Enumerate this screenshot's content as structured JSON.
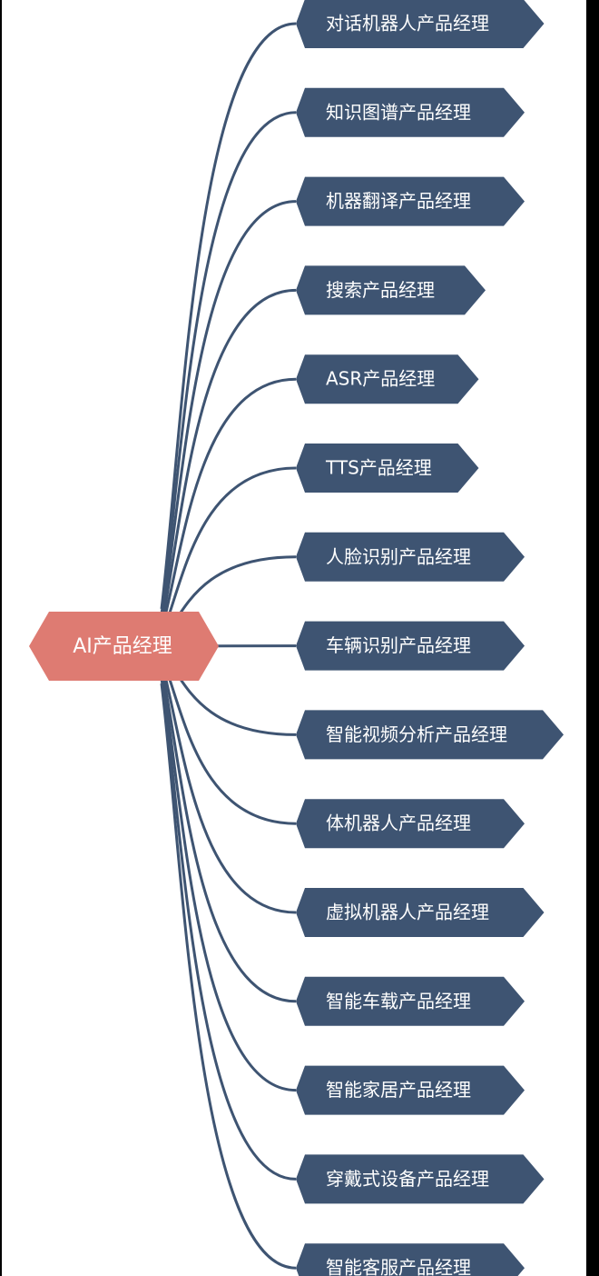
{
  "root": {
    "label": "AI产品经理",
    "color": "#de7b72"
  },
  "style": {
    "node_color": "#3e5472",
    "edge_color": "#3e5472",
    "text_color": "#ffffff",
    "background": "#ffffff"
  },
  "children": [
    {
      "label": "对话机器人产品经理"
    },
    {
      "label": "知识图谱产品经理"
    },
    {
      "label": "机器翻译产品经理"
    },
    {
      "label": "搜索产品经理"
    },
    {
      "label": "ASR产品经理"
    },
    {
      "label": "TTS产品经理"
    },
    {
      "label": "人脸识别产品经理"
    },
    {
      "label": "车辆识别产品经理"
    },
    {
      "label": "智能视频分析产品经理"
    },
    {
      "label": "体机器人产品经理"
    },
    {
      "label": "虚拟机器人产品经理"
    },
    {
      "label": "智能车载产品经理"
    },
    {
      "label": "智能家居产品经理"
    },
    {
      "label": "穿戴式设备产品经理"
    },
    {
      "label": "智能客服产品经理"
    }
  ]
}
